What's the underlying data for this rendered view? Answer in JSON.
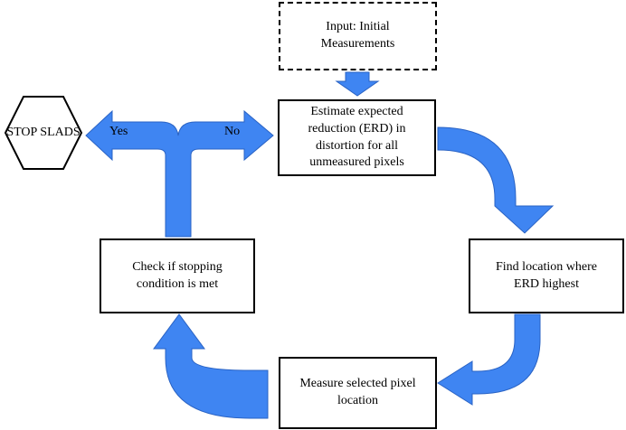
{
  "colors": {
    "arrow_fill": "#3f85f2",
    "arrow_stroke": "#2a63c4",
    "box_border": "#000000"
  },
  "nodes": {
    "input": {
      "line1": "Input: Initial",
      "line2": "Measurements"
    },
    "erd": {
      "line1": "Estimate expected",
      "line2": "reduction (ERD) in",
      "line3": "distortion for all",
      "line4": "unmeasured pixels"
    },
    "find": {
      "line1": "Find location where",
      "line2": "ERD highest"
    },
    "measure": {
      "line1": "Measure selected pixel",
      "line2": "location"
    },
    "check": {
      "line1": "Check if stopping",
      "line2": "condition is met"
    },
    "stop": {
      "line1": "STOP",
      "line2": "SLADS"
    }
  },
  "branches": {
    "yes": "Yes",
    "no": "No"
  },
  "icons": [
    "down-arrow-icon",
    "curved-arrow-icon",
    "fork-arrow-icon",
    "hexagon-icon"
  ]
}
